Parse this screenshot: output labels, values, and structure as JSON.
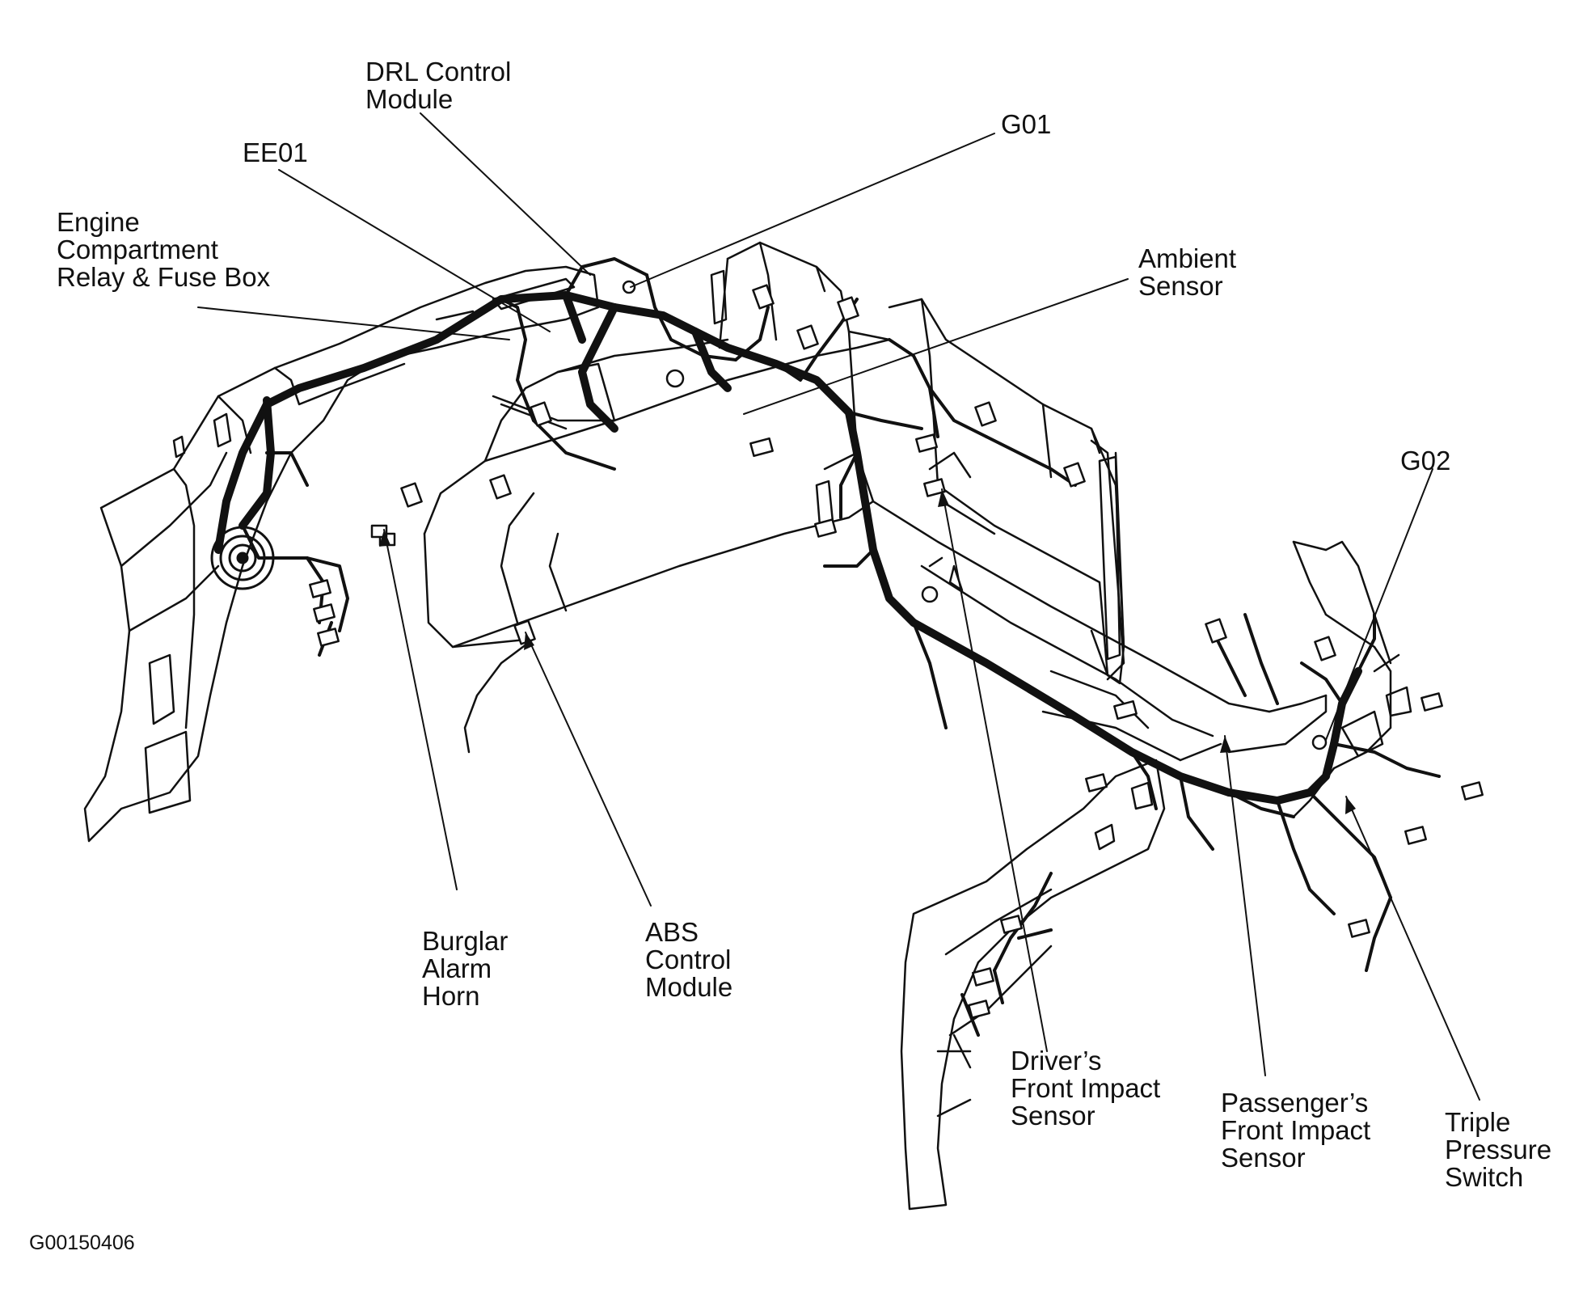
{
  "diagram": {
    "labels": {
      "drl": "DRL Control\nModule",
      "ee01": "EE01",
      "engine_box": "Engine\nCompartment\nRelay & Fuse Box",
      "g01": "G01",
      "ambient": "Ambient\nSensor",
      "g02": "G02",
      "burglar": "Burglar\nAlarm\nHorn",
      "abs": "ABS\nControl\nModule",
      "drivers_sensor": "Driver’s\nFront Impact\nSensor",
      "passengers_sensor": "Passenger’s\nFront Impact\nSensor",
      "triple_switch": "Triple\nPressure\nSwitch"
    },
    "figure_code": "G00150406",
    "colors": {
      "ink": "#111111",
      "background": "#ffffff"
    }
  }
}
